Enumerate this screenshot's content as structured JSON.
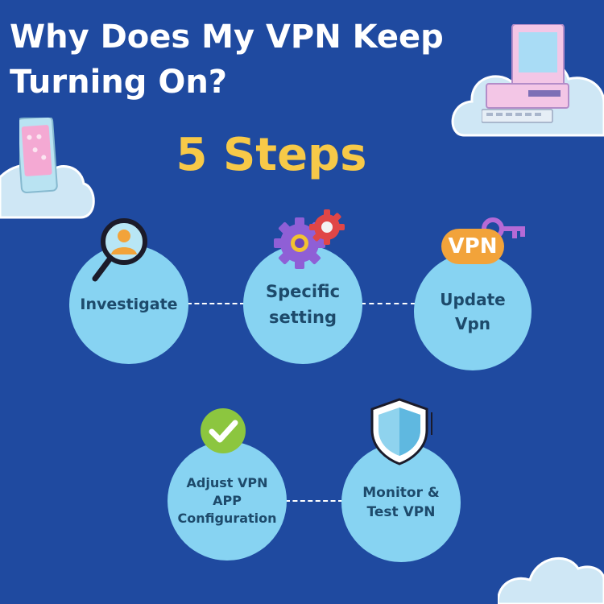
{
  "title_lines": [
    "Why Does My VPN Keep",
    "Turning On?"
  ],
  "subtitle": "5 Steps",
  "steps": [
    {
      "lines": [
        "Investigate"
      ]
    },
    {
      "lines": [
        "Specific",
        "setting"
      ]
    },
    {
      "lines": [
        "Update",
        "Vpn"
      ]
    },
    {
      "lines": [
        "Adjust VPN",
        "APP",
        "Configuration"
      ]
    },
    {
      "lines": [
        "Monitor &",
        "Test VPN"
      ]
    }
  ],
  "badge": {
    "vpn": "VPN"
  },
  "colors": {
    "background": "#1f4aa0",
    "title": "#ffffff",
    "subtitle": "#f7c948",
    "circle": "#87d3f2",
    "circle_text": "#1d4a6b",
    "cloud": "#cfe7f5"
  },
  "icons": [
    "magnifier-user-icon",
    "gears-icon",
    "vpn-key-icon",
    "check-icon",
    "shield-icon",
    "desktop-computer-icon",
    "phone-icon"
  ]
}
